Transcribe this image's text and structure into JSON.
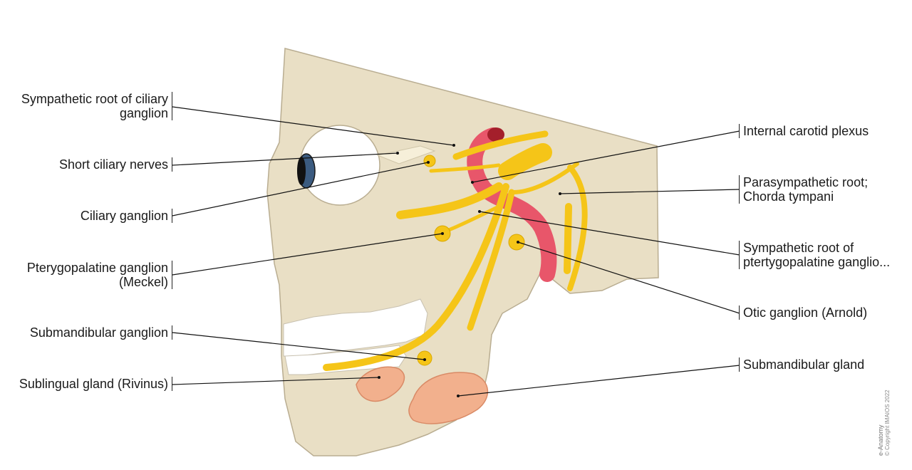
{
  "labels_left": [
    {
      "id": "sympathetic-root-ciliary",
      "text": "Sympathetic root of ciliary\nganglion"
    },
    {
      "id": "short-ciliary-nerves",
      "text": "Short ciliary nerves"
    },
    {
      "id": "ciliary-ganglion",
      "text": "Ciliary ganglion"
    },
    {
      "id": "pterygopalatine-ganglion",
      "text": "Pterygopalatine ganglion\n(Meckel)"
    },
    {
      "id": "submandibular-ganglion",
      "text": "Submandibular ganglion"
    },
    {
      "id": "sublingual-gland",
      "text": "Sublingual gland (Rivinus)"
    }
  ],
  "labels_right": [
    {
      "id": "internal-carotid-plexus",
      "text": "Internal carotid plexus"
    },
    {
      "id": "parasympathetic-root",
      "text": "Parasympathetic root;\nChorda tympani"
    },
    {
      "id": "sympathetic-root-pterygopalatine",
      "text": "Sympathetic root of\nptertygopalatine ganglio..."
    },
    {
      "id": "otic-ganglion",
      "text": "Otic ganglion (Arnold)"
    },
    {
      "id": "submandibular-gland",
      "text": "Submandibular gland"
    }
  ],
  "watermark": {
    "brand": "e-Anatomy",
    "copyright": "© Copyright IMAIOS 2022"
  },
  "colors": {
    "skull": "#e9dfc5",
    "skull_outline": "#b9ad91",
    "nerve": "#f5c518",
    "nerve_outline": "#d9a800",
    "artery": "#e8566a",
    "gland": "#f2b08d",
    "leader": "#111111"
  }
}
